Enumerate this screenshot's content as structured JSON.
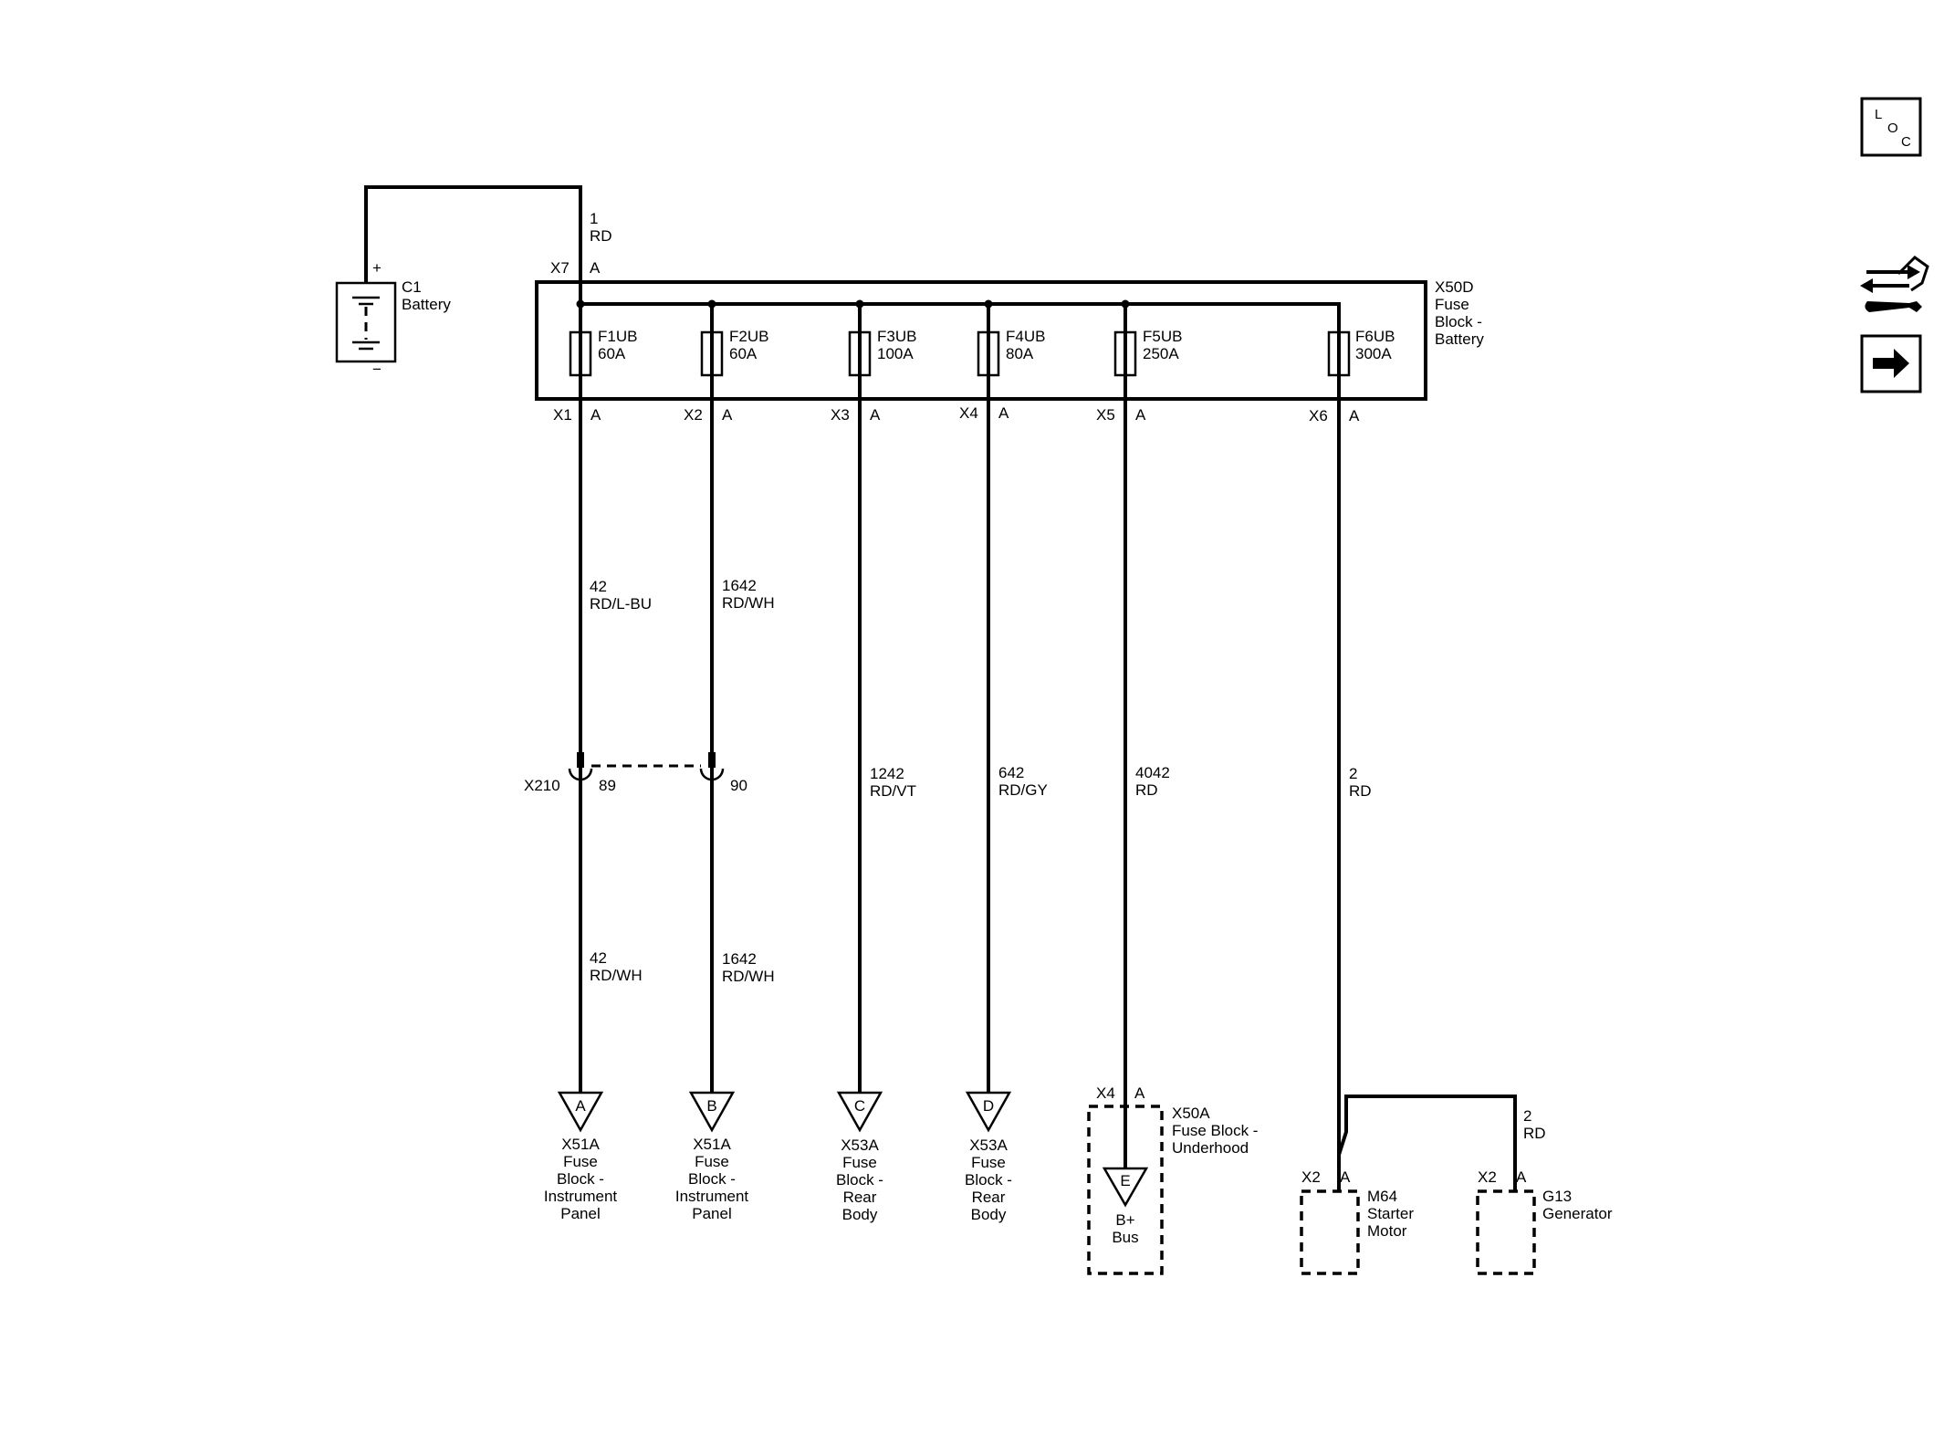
{
  "battery": {
    "name": "C1",
    "label": "Battery",
    "plus": "+",
    "minus": "−"
  },
  "feed_wire": {
    "circuit": "1",
    "color": "RD"
  },
  "fuse_block": {
    "line1": "X50D",
    "line2": "Fuse",
    "line3": "Block -",
    "line4": "Battery",
    "in_connector": "X7",
    "in_pin": "A"
  },
  "fuses": [
    {
      "name": "F1UB",
      "rating": "60A",
      "connector": "X1",
      "pin": "A"
    },
    {
      "name": "F2UB",
      "rating": "60A",
      "connector": "X2",
      "pin": "A"
    },
    {
      "name": "F3UB",
      "rating": "100A",
      "connector": "X3",
      "pin": "A"
    },
    {
      "name": "F4UB",
      "rating": "80A",
      "connector": "X4",
      "pin": "A"
    },
    {
      "name": "F5UB",
      "rating": "250A",
      "connector": "X5",
      "pin": "A"
    },
    {
      "name": "F6UB",
      "rating": "300A",
      "connector": "X6",
      "pin": "A"
    }
  ],
  "wires_upper": [
    {
      "circuit": "42",
      "color": "RD/L-BU"
    },
    {
      "circuit": "1642",
      "color": "RD/WH"
    },
    {
      "circuit": "1242",
      "color": "RD/VT"
    },
    {
      "circuit": "642",
      "color": "RD/GY"
    },
    {
      "circuit": "4042",
      "color": "RD"
    },
    {
      "circuit": "2",
      "color": "RD"
    }
  ],
  "inline_connector": {
    "name": "X210",
    "pin1": "89",
    "pin2": "90"
  },
  "wires_lower": [
    {
      "circuit": "42",
      "color": "RD/WH"
    },
    {
      "circuit": "1642",
      "color": "RD/WH"
    }
  ],
  "destinations": [
    {
      "letter": "A",
      "lines": [
        "X51A",
        "Fuse",
        "Block -",
        "Instrument",
        "Panel"
      ]
    },
    {
      "letter": "B",
      "lines": [
        "X51A",
        "Fuse",
        "Block -",
        "Instrument",
        "Panel"
      ]
    },
    {
      "letter": "C",
      "lines": [
        "X53A",
        "Fuse",
        "Block -",
        "Rear",
        "Body"
      ]
    },
    {
      "letter": "D",
      "lines": [
        "X53A",
        "Fuse",
        "Block -",
        "Rear",
        "Body"
      ]
    }
  ],
  "underhood_block": {
    "connector": "X4",
    "pin": "A",
    "line1": "X50A",
    "line2": "Fuse Block -",
    "line3": "Underhood",
    "letter": "E",
    "bus1": "B+",
    "bus2": "Bus"
  },
  "starter": {
    "connector": "X2",
    "pin": "A",
    "name": "M64",
    "line1": "Starter",
    "line2": "Motor"
  },
  "generator": {
    "connector": "X2",
    "pin": "A",
    "name": "G13",
    "line1": "Generator",
    "wire_circuit": "2",
    "wire_color": "RD"
  },
  "nav": {
    "loc_l": "L",
    "loc_o": "O",
    "loc_c": "C"
  }
}
